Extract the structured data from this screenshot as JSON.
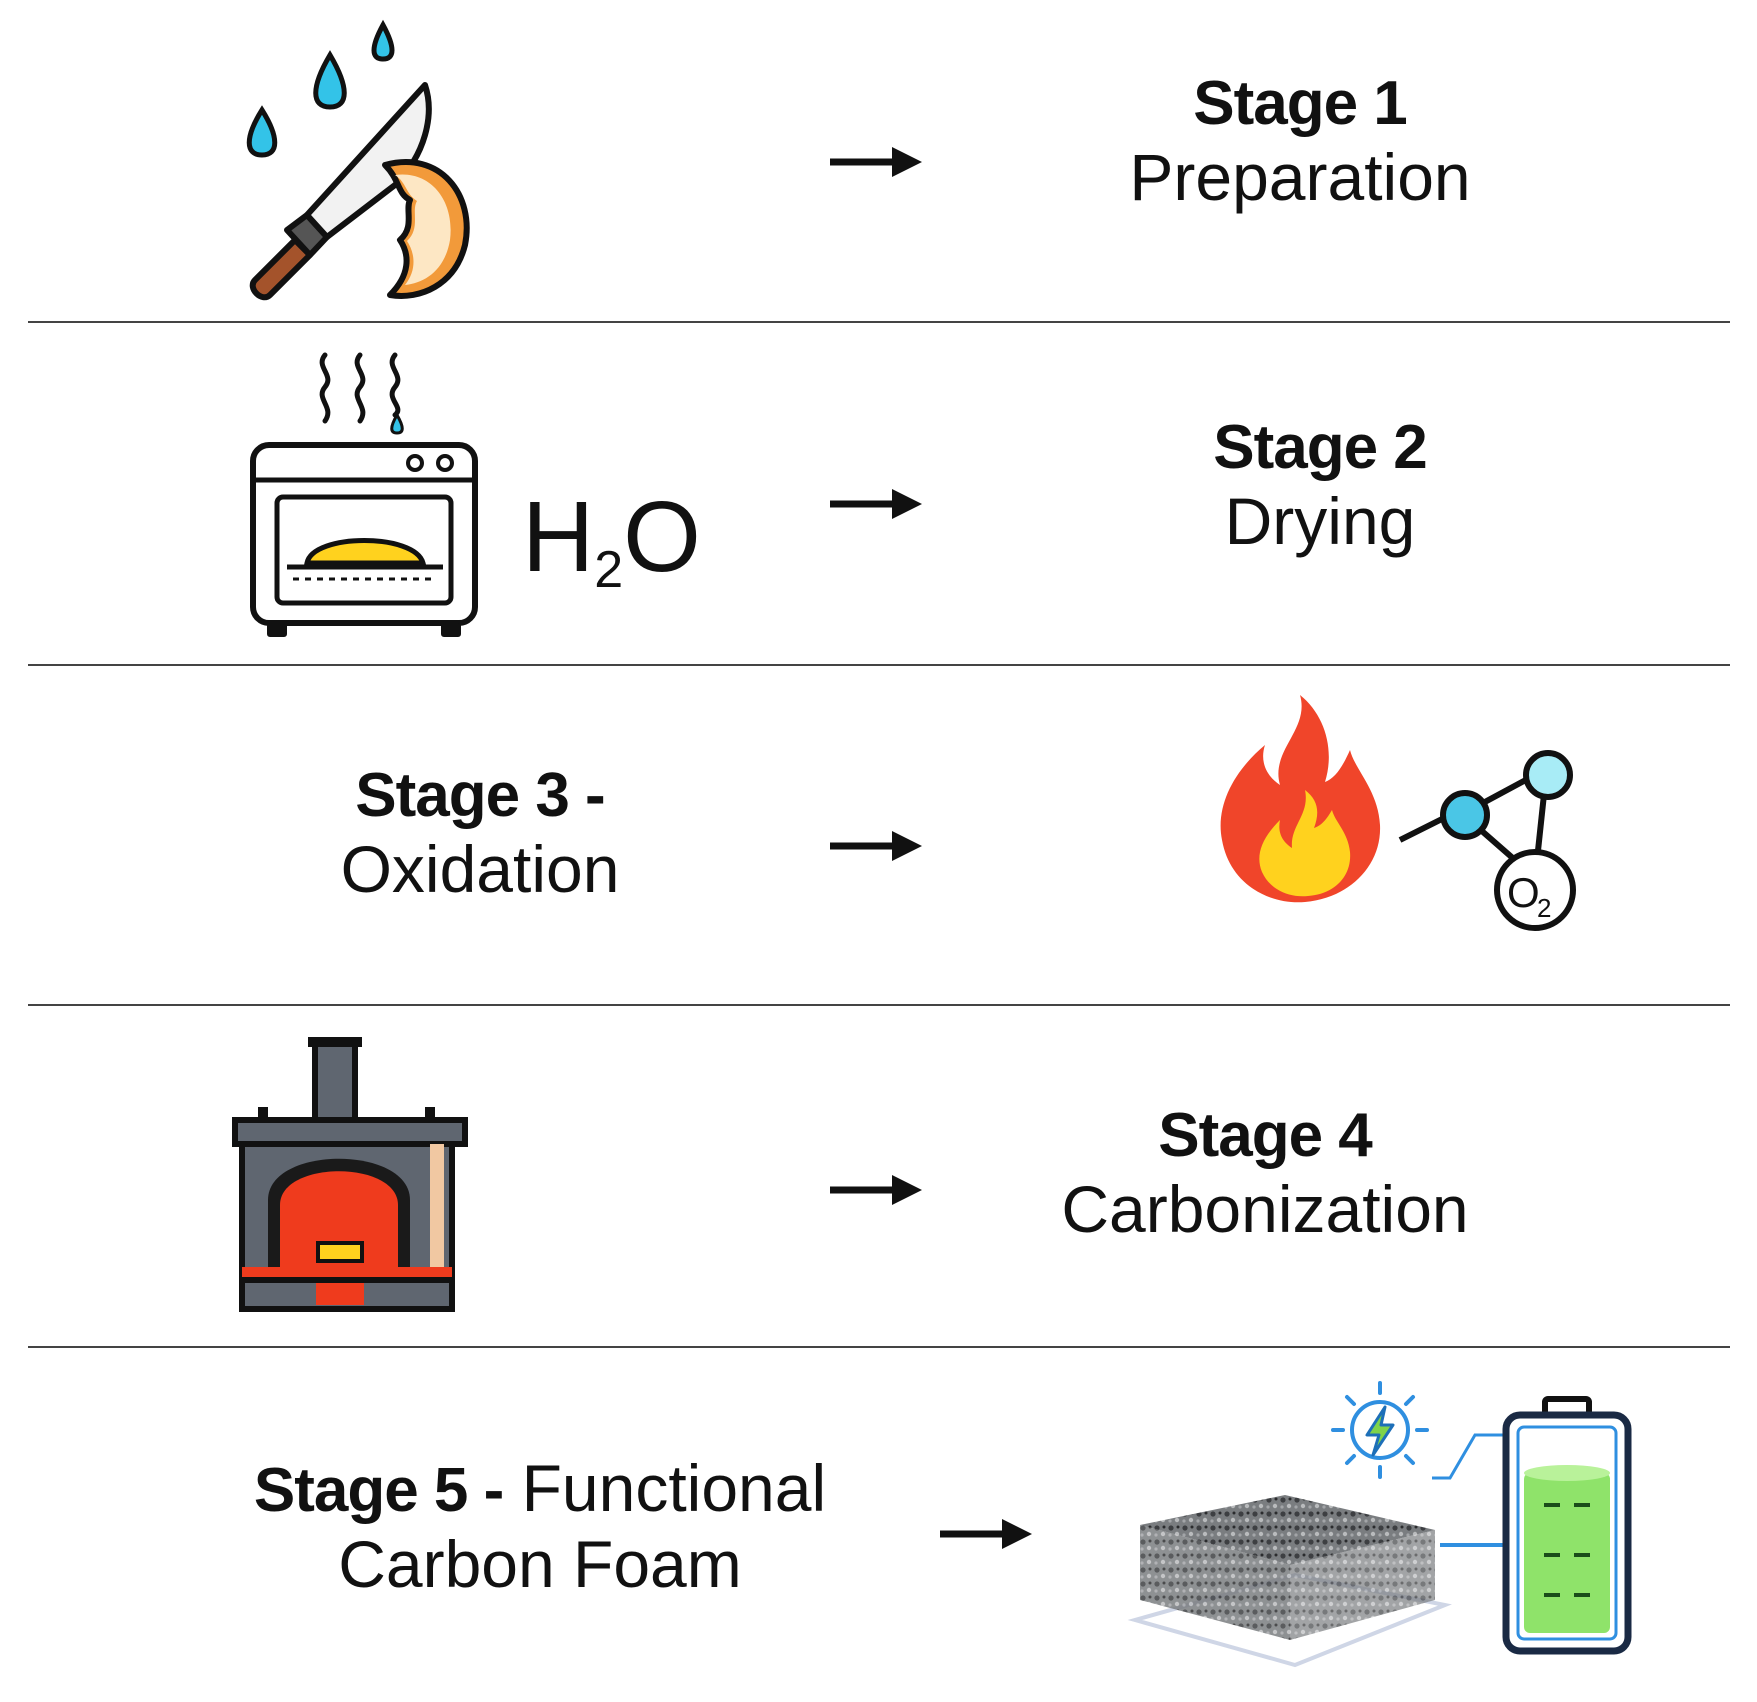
{
  "stages": [
    {
      "name": "Stage 1",
      "subtitle": "Preparation"
    },
    {
      "name": "Stage 2",
      "subtitle": "Drying",
      "formula_h": "H",
      "formula_sub": "2",
      "formula_o": "O"
    },
    {
      "name": "Stage 3 -",
      "subtitle": "Oxidation",
      "o2_label": "O",
      "o2_sub": "2"
    },
    {
      "name": "Stage 4",
      "subtitle": "Carbonization"
    },
    {
      "name": "Stage 5 -",
      "title_suffix": " Functional",
      "subtitle": "Carbon Foam"
    }
  ],
  "colors": {
    "water_drop": "#33c3e8",
    "flame_outer": "#f0452a",
    "flame_inner": "#ffd21e",
    "furnace_body": "#5f6670",
    "furnace_fire": "#ef3b1d",
    "battery_fill": "#8fe36a",
    "molecule_atom": "#4ac6e6"
  },
  "icons": [
    "knife-fruit-icon",
    "oven-icon",
    "flame-icon",
    "molecule-icon",
    "furnace-icon",
    "carbon-foam-icon",
    "battery-icon",
    "energy-bolt-icon"
  ]
}
